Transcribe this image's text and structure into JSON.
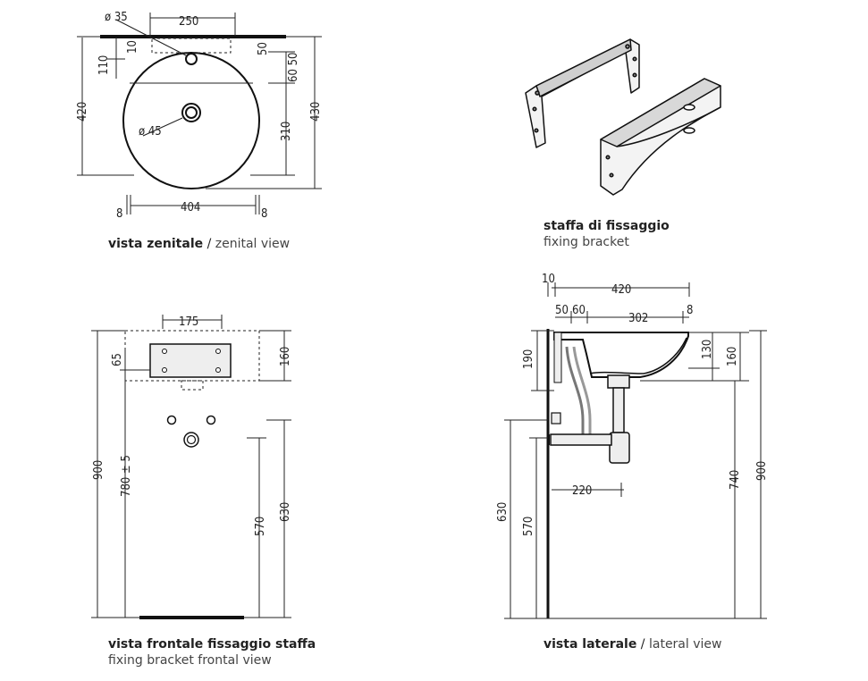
{
  "views": {
    "zenital": {
      "title": "vista zenitale",
      "sep": " / ",
      "subtitle": "zenital view"
    },
    "bracket": {
      "title": "staffa di fissaggio",
      "subtitle": "fixing bracket"
    },
    "frontal": {
      "title": "vista frontale fissaggio staffa",
      "subtitle": "fixing bracket frontal view"
    },
    "lateral": {
      "title": "vista laterale",
      "sep": " / ",
      "subtitle": "lateral view"
    }
  },
  "dims": {
    "zenital": {
      "d35": "ø 35",
      "w250": "250",
      "d10": "10",
      "d50": "50",
      "d110": "110",
      "d6050": "60 50",
      "h420": "420",
      "d310": "310",
      "h430": "430",
      "d45": "ø 45",
      "w404": "404",
      "l8": "8",
      "r8": "8"
    },
    "frontal": {
      "w175": "175",
      "d65": "65",
      "d160": "160",
      "h900": "900",
      "h780": "780 ± 5",
      "d570": "570",
      "d630": "630"
    },
    "lateral": {
      "d10": "10",
      "w420": "420",
      "d50": "50",
      "d60": "60",
      "w302": "302",
      "d8": "8",
      "d190": "190",
      "d130": "130",
      "d160": "160",
      "d220": "220",
      "d630": "630",
      "d570": "570",
      "d740": "740",
      "d900": "900"
    }
  }
}
